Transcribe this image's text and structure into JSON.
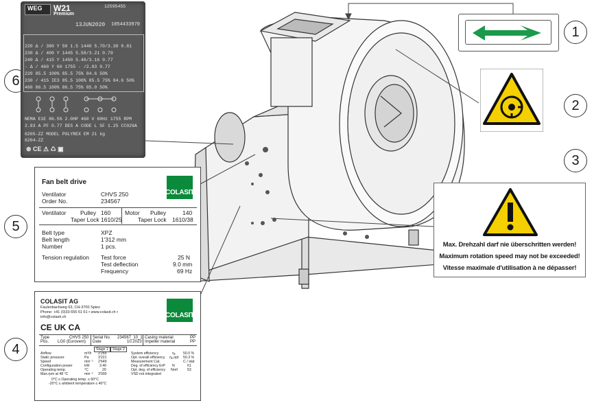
{
  "callouts": [
    "1",
    "2",
    "3",
    "4",
    "5",
    "6"
  ],
  "rating_plate": {
    "brand": "WEG",
    "model": "W21",
    "line": "Premium",
    "serial": "12595455",
    "date": "13JUN2020",
    "number": "1054433970",
    "rows": [
      "220 Δ / 380 Y   50  1.5 1440 5.70/3.30 0.81",
      "230 Δ / 400 Y            1445 5.58/3.21 0.79",
      "240 Δ / 415 Y            1450 5.46/3.16 0.77",
      "  -  Δ / 460 Y   60       1755  -  /2.83 0.77",
      "   220            85.5 100% 85.5 75% 84.6 50%",
      "230 / 415  IE3   85.5 100% 85.5 75% 84.6 50%",
      "   460            86.5 100% 86.5 75% 85.0 50%",
      "NEMA  E1E 86.5% 2.0HP  460 V  60Hz 1755 RPM",
      "2.83 A PF 0.77 DES A  CODE L SF 1.25 CC029A",
      "6205-ZZ       MODEL POLYREX EM  21 kg",
      "6204-ZZ"
    ]
  },
  "fan_belt_card": {
    "title": "Fan belt drive",
    "ventilator_label": "Ventilator",
    "ventilator_value": "CHVS 250",
    "order_label": "Order No.",
    "order_value": "234567",
    "vent_pulley_label": "Ventilator",
    "pulley_label": "Pulley",
    "vent_pulley_value": "160",
    "taper_label": "Taper Lock",
    "vent_taper_value": "1610/25",
    "motor_label": "Motor",
    "motor_pulley_label": "Pulley",
    "motor_pulley_value": "140",
    "motor_taper_label": "Taper Lock",
    "motor_taper_value": "1610/38",
    "belt_type_label": "Belt type",
    "belt_type_value": "XPZ",
    "belt_length_label": "Belt length",
    "belt_length_value": "1'312 mm",
    "number_label": "Number",
    "number_value": "1 pcs.",
    "tension_label": "Tension regulation",
    "test_force_label": "Test force",
    "test_force_value": "25 N",
    "test_deflection_label": "Test deflection",
    "test_deflection_value": "9.0 mm",
    "frequency_label": "Frequency",
    "frequency_value": "69 Hz"
  },
  "colasit_card": {
    "company": "COLASIT AG",
    "address": "Faulenbachweg 63, CH-3700 Spiez",
    "contact": "Phone: +41 (0)33 655 61 61 • www.colasit.ch •",
    "email": "info@colasit.ch",
    "marks": "CE UK CA",
    "type_label": "Type",
    "type_value": "CHVS 250",
    "pos_label": "Pos.",
    "pos_value": "LG0 (Eurovent)",
    "serial_label": "Serial No.",
    "serial_value": "234567_10_1",
    "date_label": "Date",
    "date_value": "10.2023",
    "casing_label": "Casing material",
    "casing_value": "PP",
    "impeller_label": "Impeller material",
    "impeller_value": "PP",
    "stage1": "Stage 1",
    "stage2": "Stage 2",
    "left_rows": [
      [
        "Airflow",
        "m³/h",
        "2'265"
      ],
      [
        "Static pressure",
        "Pa",
        "3'221"
      ],
      [
        "Speed",
        "min⁻¹",
        "2'649"
      ],
      [
        "Configuration power",
        "kW",
        "3.40"
      ],
      [
        "Operating temp.",
        "°C",
        "20"
      ],
      [
        "Max.rpm at 48 °C",
        "min⁻¹",
        "3'000"
      ]
    ],
    "right_rows": [
      [
        "System efficiency",
        "ηₑ",
        "50.0 %"
      ],
      [
        "Opt. overall efficiency",
        "ηₑ,opt",
        "50.3 %"
      ],
      [
        "Measurement Cat.",
        "",
        "C / stat"
      ],
      [
        "Deg. of efficiency ErP",
        "N",
        "61"
      ],
      [
        "Opt. deg. of efficiency",
        "Nref",
        "53"
      ],
      [
        "VSD not integrated",
        "",
        ""
      ]
    ],
    "temp_row1": "0°C  ≤    Operating temp.      ≤  60°C",
    "temp_row2": "-20°C  ≤  ambient temperature  ≤  40°C"
  },
  "logo_text": "COLASIT",
  "warning": {
    "line1": "Max. Drehzahl darf nie überschritten werden!",
    "line2": "Maximum rotation speed may not be exceeded!",
    "line3": "Vitesse maximale d'utilisation à ne dépasser!"
  },
  "colors": {
    "logo_green": "#0a8a3a",
    "arrow_green": "#1a9a4a",
    "warning_yellow": "#f4d000"
  },
  "icons": [
    "direction-arrow-icon",
    "rotating-parts-warning-icon",
    "general-warning-icon"
  ]
}
